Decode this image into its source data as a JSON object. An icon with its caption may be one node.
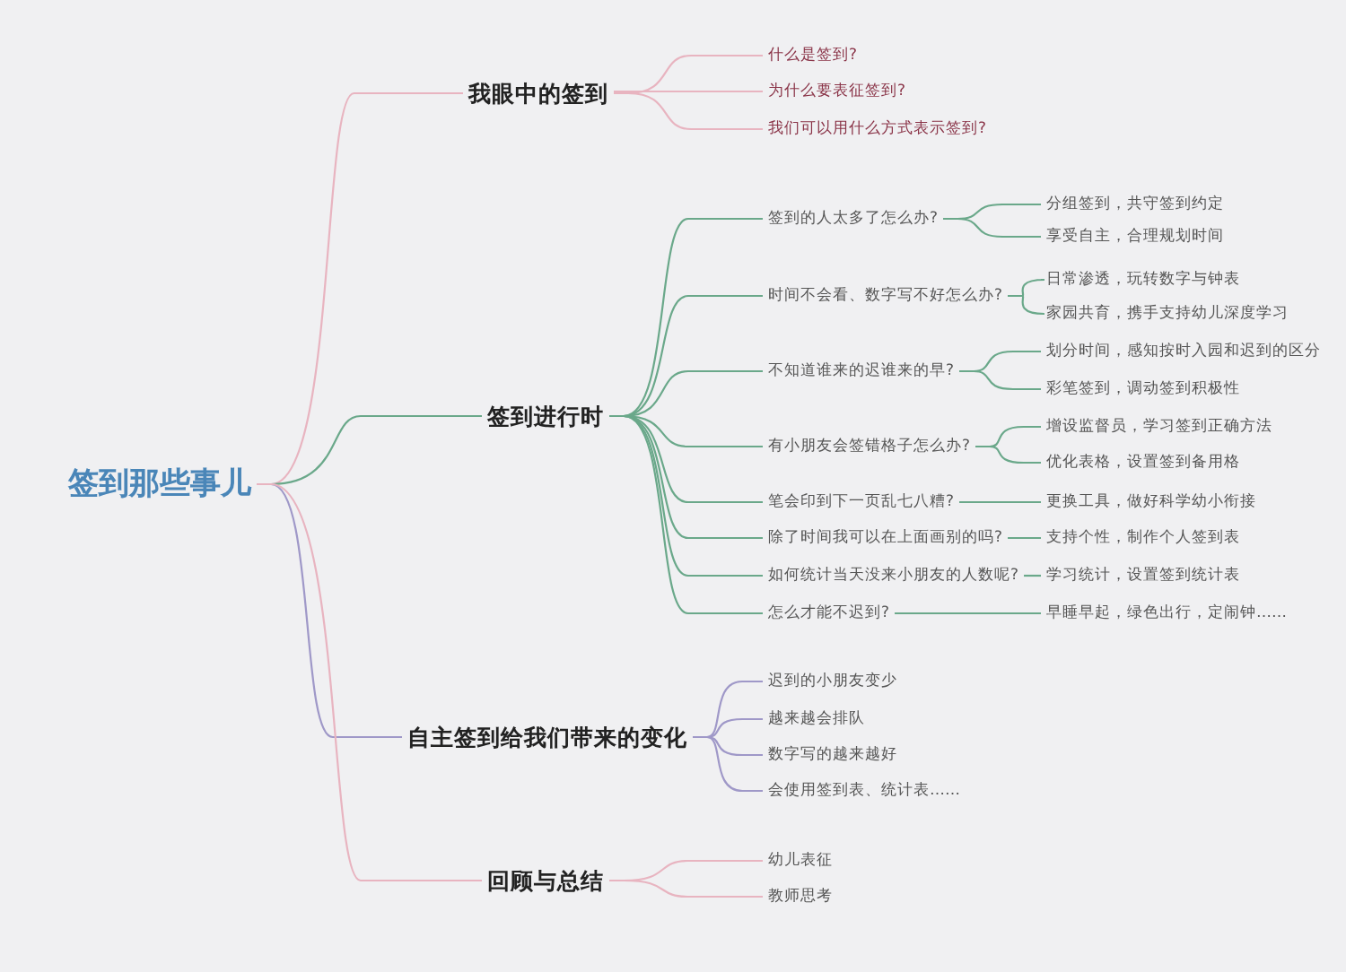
{
  "diagram": {
    "nodes": [
      {
        "text": [
          "签到那些事儿"
        ]
      },
      {
        "text": [
          "我眼中的签到"
        ]
      },
      {
        "text": [
          "什么是签到?"
        ]
      },
      {
        "text": [
          "为什么要表征签到?"
        ]
      },
      {
        "text": [
          "我们可以用什么方式表示签到?"
        ]
      },
      {
        "text": [
          "签到进行时"
        ]
      },
      {
        "text": [
          "签到的人太多了怎么办?"
        ]
      },
      {
        "text": [
          "分组签到，共守签到约定"
        ]
      },
      {
        "text": [
          "享受自主，合理规划时间"
        ]
      },
      {
        "text": [
          "时间不会看、数字写不好怎么办?"
        ]
      },
      {
        "text": [
          "日常渗透，玩转数字与钟表"
        ]
      },
      {
        "text": [
          "家园共育，携手支持幼儿深度学习"
        ]
      },
      {
        "text": [
          "不知道谁来的迟谁来的早?"
        ]
      },
      {
        "text": [
          "划分时间，感知按时入园和迟到的区分"
        ]
      },
      {
        "text": [
          "彩笔签到，调动签到积极性"
        ]
      },
      {
        "text": [
          "有小朋友会签错格子怎么办?"
        ]
      },
      {
        "text": [
          "增设监督员，学习签到正确方法"
        ]
      },
      {
        "text": [
          "优化表格，设置签到备用格"
        ]
      },
      {
        "text": [
          "笔会印到下一页乱七八糟?"
        ]
      },
      {
        "text": [
          "更换工具，做好科学幼小衔接"
        ]
      },
      {
        "text": [
          "除了时间我可以在上面画别的吗?"
        ]
      },
      {
        "text": [
          "支持个性，制作个人签到表"
        ]
      },
      {
        "text": [
          "如何统计当天没来小朋友的人数呢?"
        ]
      },
      {
        "text": [
          "学习统计，设置签到统计表"
        ]
      },
      {
        "text": [
          "怎么才能不迟到?"
        ]
      },
      {
        "text": [
          "早睡早起，绿色出行，定闹钟……"
        ]
      },
      {
        "text": [
          "自主签到给我们带来的变化"
        ]
      },
      {
        "text": [
          "迟到的小朋友变少"
        ]
      },
      {
        "text": [
          "越来越会排队"
        ]
      },
      {
        "text": [
          "数字写的越来越好"
        ]
      },
      {
        "text": [
          "会使用签到表、统计表……"
        ]
      },
      {
        "text": [
          "回顾与总结"
        ]
      },
      {
        "text": [
          "幼儿表征"
        ]
      },
      {
        "text": [
          "教师思考"
        ]
      }
    ],
    "edges": [
      {
        "from": 0,
        "to": 1,
        "arrow": "none",
        "color": "#e8b4c0"
      },
      {
        "from": 1,
        "to": 2,
        "arrow": "none",
        "color": "#e8b4c0"
      },
      {
        "from": 1,
        "to": 3,
        "arrow": "none",
        "color": "#e8b4c0"
      },
      {
        "from": 1,
        "to": 4,
        "arrow": "none",
        "color": "#e8b4c0"
      },
      {
        "from": 0,
        "to": 5,
        "arrow": "none"
      },
      {
        "from": 5,
        "to": 6,
        "arrow": "none"
      },
      {
        "from": 6,
        "to": 7,
        "arrow": "none"
      },
      {
        "from": 6,
        "to": 8,
        "arrow": "none"
      },
      {
        "from": 5,
        "to": 9,
        "arrow": "none"
      },
      {
        "from": 9,
        "to": 10,
        "arrow": "none"
      },
      {
        "from": 9,
        "to": 11,
        "arrow": "none"
      },
      {
        "from": 5,
        "to": 12,
        "arrow": "none"
      },
      {
        "from": 12,
        "to": 13,
        "arrow": "none"
      },
      {
        "from": 12,
        "to": 14,
        "arrow": "none"
      },
      {
        "from": 5,
        "to": 15,
        "arrow": "none"
      },
      {
        "from": 15,
        "to": 16,
        "arrow": "none"
      },
      {
        "from": 15,
        "to": 17,
        "arrow": "none"
      },
      {
        "from": 5,
        "to": 18,
        "arrow": "none"
      },
      {
        "from": 18,
        "to": 19,
        "arrow": "none"
      },
      {
        "from": 5,
        "to": 20,
        "arrow": "none"
      },
      {
        "from": 20,
        "to": 21,
        "arrow": "none"
      },
      {
        "from": 5,
        "to": 22,
        "arrow": "none"
      },
      {
        "from": 22,
        "to": 23,
        "arrow": "none"
      },
      {
        "from": 5,
        "to": 24,
        "arrow": "none"
      },
      {
        "from": 24,
        "to": 25,
        "arrow": "none"
      },
      {
        "from": 0,
        "to": 26,
        "arrow": "none",
        "color": "#9f98c8"
      },
      {
        "from": 26,
        "to": 27,
        "arrow": "none",
        "color": "#9f98c8"
      },
      {
        "from": 26,
        "to": 28,
        "arrow": "none",
        "color": "#9f98c8"
      },
      {
        "from": 26,
        "to": 29,
        "arrow": "none",
        "color": "#9f98c8"
      },
      {
        "from": 26,
        "to": 30,
        "arrow": "none",
        "color": "#9f98c8"
      },
      {
        "from": 0,
        "to": 31,
        "arrow": "none",
        "color": "#e8b4c0"
      },
      {
        "from": 31,
        "to": 32,
        "arrow": "none",
        "color": "#e8b4c0"
      },
      {
        "from": 31,
        "to": 33,
        "arrow": "none",
        "color": "#e8b4c0"
      }
    ]
  }
}
